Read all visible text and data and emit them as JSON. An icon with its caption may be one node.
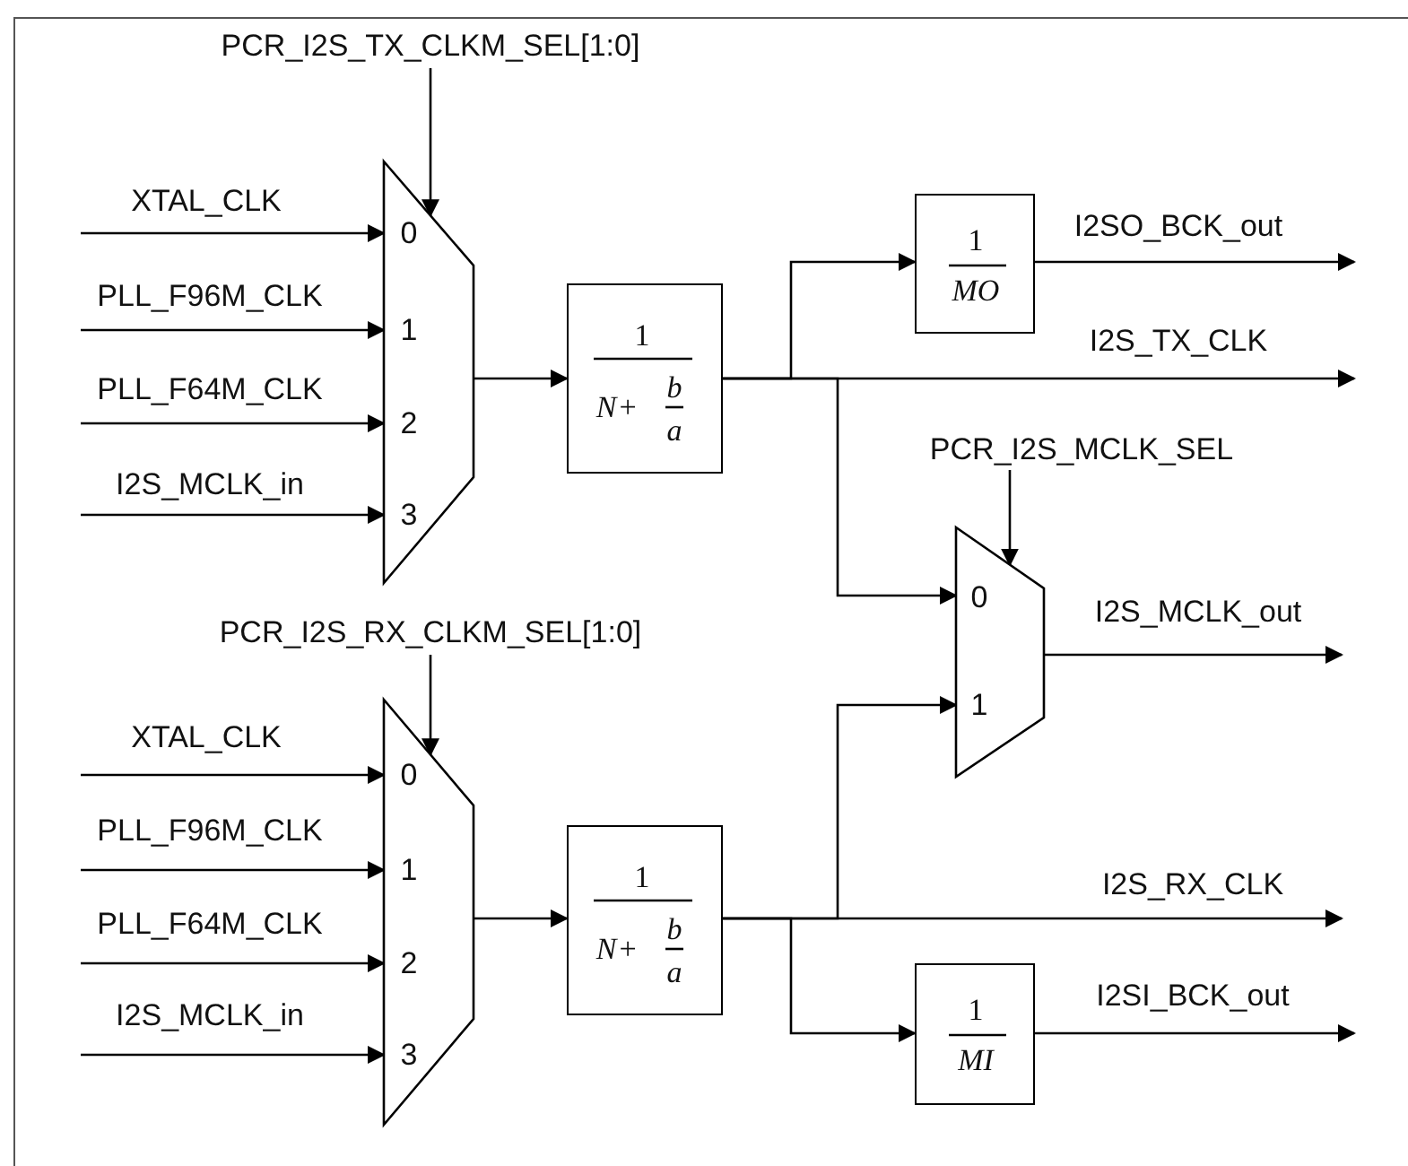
{
  "diagram": {
    "nodes": [
      {
        "text": [
          "PCR_I2S_TX_CLKM_SEL[1:0]"
        ]
      },
      {
        "text": [
          "0",
          "1",
          "2",
          "3"
        ]
      },
      {
        "text": [
          "1",
          "N",
          "+",
          "b",
          "a"
        ]
      },
      {
        "text": [
          "1",
          "MO"
        ]
      },
      {
        "text": [
          "PCR_I2S_MCLK_SEL"
        ]
      },
      {
        "text": [
          "PCR_I2S_RX_CLKM_SEL[1:0]"
        ]
      },
      {
        "text": [
          "0",
          "1"
        ]
      },
      {
        "text": [
          "0",
          "1",
          "2",
          "3"
        ]
      },
      {
        "text": [
          "1",
          "N",
          "+",
          "b",
          "a"
        ]
      },
      {
        "text": [
          "1",
          "MI"
        ]
      }
    ],
    "edges": [
      {
        "from": null,
        "to": 1,
        "arrow": "to",
        "label": "XTAL_CLK"
      },
      {
        "from": null,
        "to": 1,
        "arrow": "to",
        "label": "PLL_F96M_CLK"
      },
      {
        "from": null,
        "to": 1,
        "arrow": "to",
        "label": "PLL_F64M_CLK"
      },
      {
        "from": null,
        "to": 1,
        "arrow": "to",
        "label": "I2S_MCLK_in"
      },
      {
        "from": 0,
        "to": 1,
        "arrow": "to"
      },
      {
        "from": 1,
        "to": 2,
        "arrow": "to"
      },
      {
        "from": 2,
        "to": 3,
        "arrow": "to"
      },
      {
        "from": 3,
        "to": null,
        "arrow": "to",
        "label": "I2SO_BCK_out"
      },
      {
        "from": 2,
        "to": null,
        "arrow": "to",
        "label": "I2S_TX_CLK"
      },
      {
        "from": 2,
        "to": 6,
        "arrow": "to"
      },
      {
        "from": 4,
        "to": 6,
        "arrow": "to"
      },
      {
        "from": 6,
        "to": null,
        "arrow": "to",
        "label": "I2S_MCLK_out"
      },
      {
        "from": null,
        "to": 7,
        "arrow": "to",
        "label": "XTAL_CLK"
      },
      {
        "from": null,
        "to": 7,
        "arrow": "to",
        "label": "PLL_F96M_CLK"
      },
      {
        "from": null,
        "to": 7,
        "arrow": "to",
        "label": "PLL_F64M_CLK"
      },
      {
        "from": null,
        "to": 7,
        "arrow": "to",
        "label": "I2S_MCLK_in"
      },
      {
        "from": 5,
        "to": 7,
        "arrow": "to"
      },
      {
        "from": 7,
        "to": 8,
        "arrow": "to"
      },
      {
        "from": 8,
        "to": 6,
        "arrow": "to"
      },
      {
        "from": 8,
        "to": null,
        "arrow": "to",
        "label": "I2S_RX_CLK"
      },
      {
        "from": 8,
        "to": 9,
        "arrow": "to"
      },
      {
        "from": 9,
        "to": null,
        "arrow": "to",
        "label": "I2SI_BCK_out"
      }
    ]
  }
}
